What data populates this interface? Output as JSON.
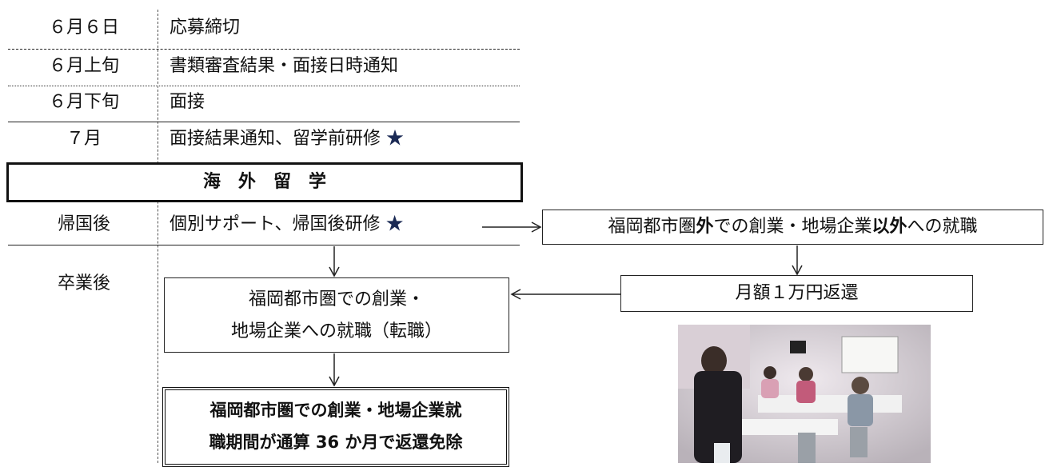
{
  "schedule": [
    {
      "date": "６月６日",
      "event": "応募締切"
    },
    {
      "date": "６月上旬",
      "event": "書類審査結果・面接日時通知"
    },
    {
      "date": "６月下旬",
      "event": "面接"
    },
    {
      "date": "７月",
      "event": "面接結果通知、留学前研修"
    }
  ],
  "star": "★",
  "abroad": "海　外　留　学",
  "return": {
    "label": "帰国後",
    "text": "個別サポート、帰国後研修"
  },
  "graduation": {
    "label": "卒業後"
  },
  "outside_box": {
    "part1": "福岡都市圏",
    "bold1": "外",
    "part2": "での創業・地場企業",
    "bold2": "以外",
    "part3": "への就職"
  },
  "repay_box": "月額１万円返還",
  "startup_box": {
    "line1": "福岡都市圏での創業・",
    "line2": "地場企業への就職（転職）"
  },
  "exemption_box": {
    "line1": "福岡都市圏での創業・地場企業就",
    "line2": "職期間が通算 36 か月で返還免除"
  },
  "photo": {
    "alt": "研修の様子"
  }
}
